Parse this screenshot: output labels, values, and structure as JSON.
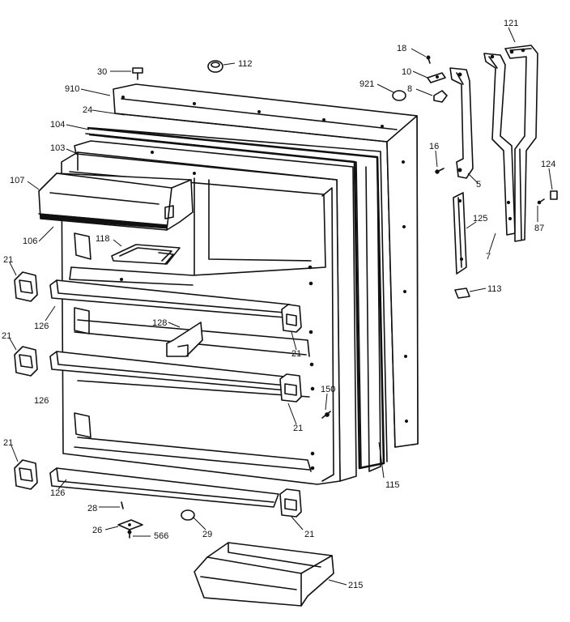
{
  "labels": {
    "p121": "121",
    "p18": "18",
    "p30": "30",
    "p112": "112",
    "p10": "10",
    "p910": "910",
    "p921": "921",
    "p8": "8",
    "p24": "24",
    "p104": "104",
    "p103": "103",
    "p16": "16",
    "p124": "124",
    "p107": "107",
    "p5": "5",
    "p125": "125",
    "p87": "87",
    "p106": "106",
    "p118": "118",
    "p7": "7",
    "p21a": "21",
    "p113": "113",
    "p126a": "126",
    "p128": "128",
    "p21b": "21",
    "p21c": "21",
    "p21d": "21",
    "p126b": "126",
    "p150": "150",
    "p21e": "21",
    "p21f": "21",
    "p115": "115",
    "p126c": "126",
    "p28": "28",
    "p21g": "21",
    "p26": "26",
    "p29": "29",
    "p566": "566",
    "p215": "215"
  }
}
